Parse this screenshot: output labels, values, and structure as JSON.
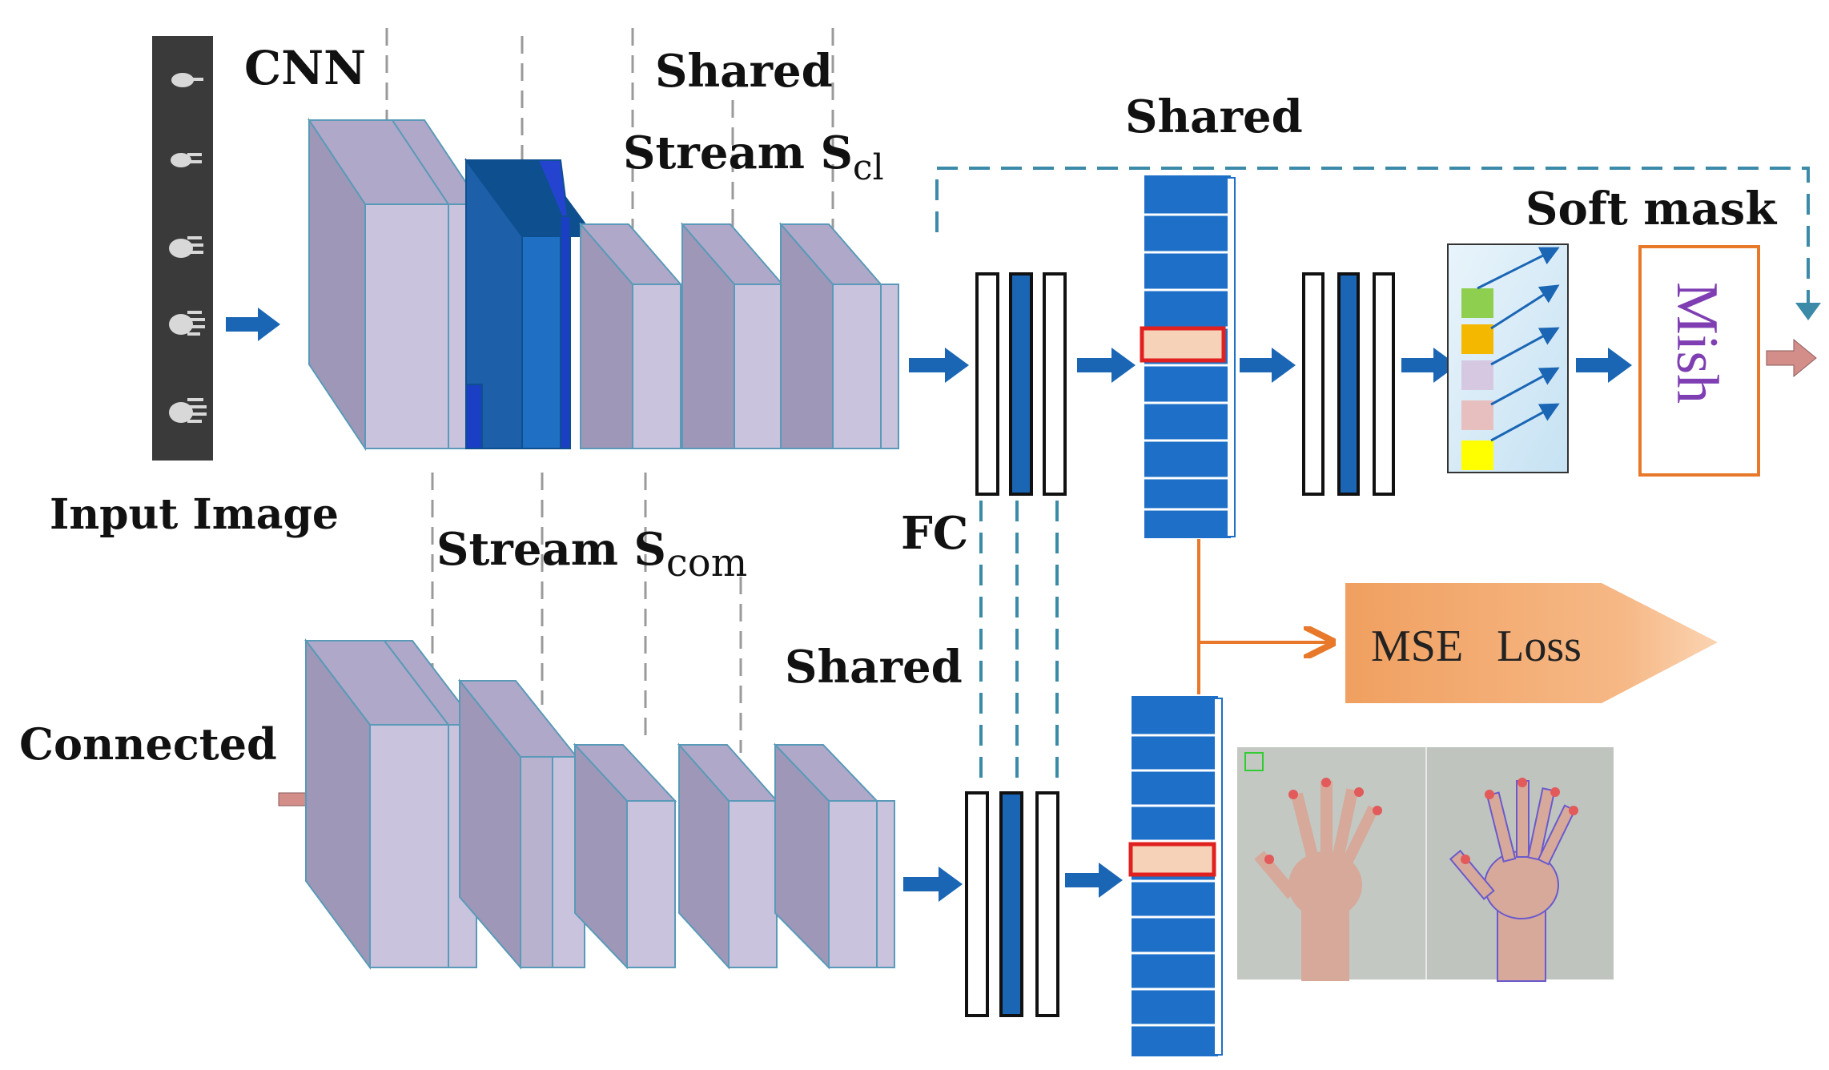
{
  "labels": {
    "cnn": "CNN",
    "input_image": "Input Image",
    "shared_stream_line1": "Shared",
    "shared_stream_line2": "Stream S",
    "shared_stream_sub": "cl",
    "stream_com": "Stream S",
    "stream_com_sub": "com",
    "shared_top": "Shared",
    "shared_bottom": "Shared",
    "fc": "FC",
    "soft_mask": "Soft mask",
    "mish": "Mish",
    "mse_loss": "MSE   Loss",
    "connected": "Connected"
  },
  "colors": {
    "block_face": "#c9c3de",
    "block_top": "#b0a8c9",
    "block_side": "#9e97b8",
    "block_edge": "#5a9ab8",
    "blue_block": "#1f6fc4",
    "feature_blue": "#1e6fc8",
    "arrow_blue": "#1a66b5",
    "highlight_fill": "#f6d2b8",
    "highlight_border": "#e0211f",
    "orange": "#f0a060",
    "mish_border": "#e8782a",
    "mish_text": "#7f3fb3",
    "pink_arrow": "#d48e8a",
    "dashed_teal": "#3a8aa8",
    "soft_cells": [
      "#8fcf4f",
      "#f5b800",
      "#d5c8e0",
      "#e8bfbf",
      "#ffff00"
    ]
  },
  "icons": [
    "input-hand-strip",
    "hand-photo-pair",
    "soft-mask-arrows"
  ]
}
